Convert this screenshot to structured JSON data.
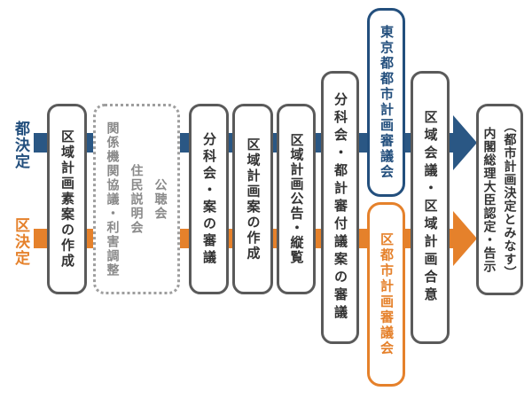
{
  "labels": {
    "to": "都決定",
    "ku": "区決定"
  },
  "boxes": {
    "soan": "区域計画素案の作成",
    "consult": [
      "公聴会",
      "住民説明会",
      "関係機関協議・利害調整"
    ],
    "bunkakai_an": "分科会・案の審議",
    "keikaku_an": "区域計画案の作成",
    "kokoku_juran": "区域計画公告・縦覧",
    "bunkakai_fugi": "分科会・都計審付議案の審議",
    "tokyo_shingikai": "東京都都市計画審議会",
    "ku_shingikai": "区都市計画審議会",
    "kuiki_kaigi": "区域会議・区域計画合意",
    "final": [
      "（都市計画決定とみなす）",
      "内閣総理大臣認定・告示"
    ]
  },
  "colors": {
    "to_blue": "#2A5784",
    "ku_orange": "#E5812B",
    "box_border_gray": "#5A5A5A",
    "dotted_border_gray": "#9E9E9E",
    "muted_text_gray": "#8A8A8A",
    "box_text": "#333333"
  }
}
